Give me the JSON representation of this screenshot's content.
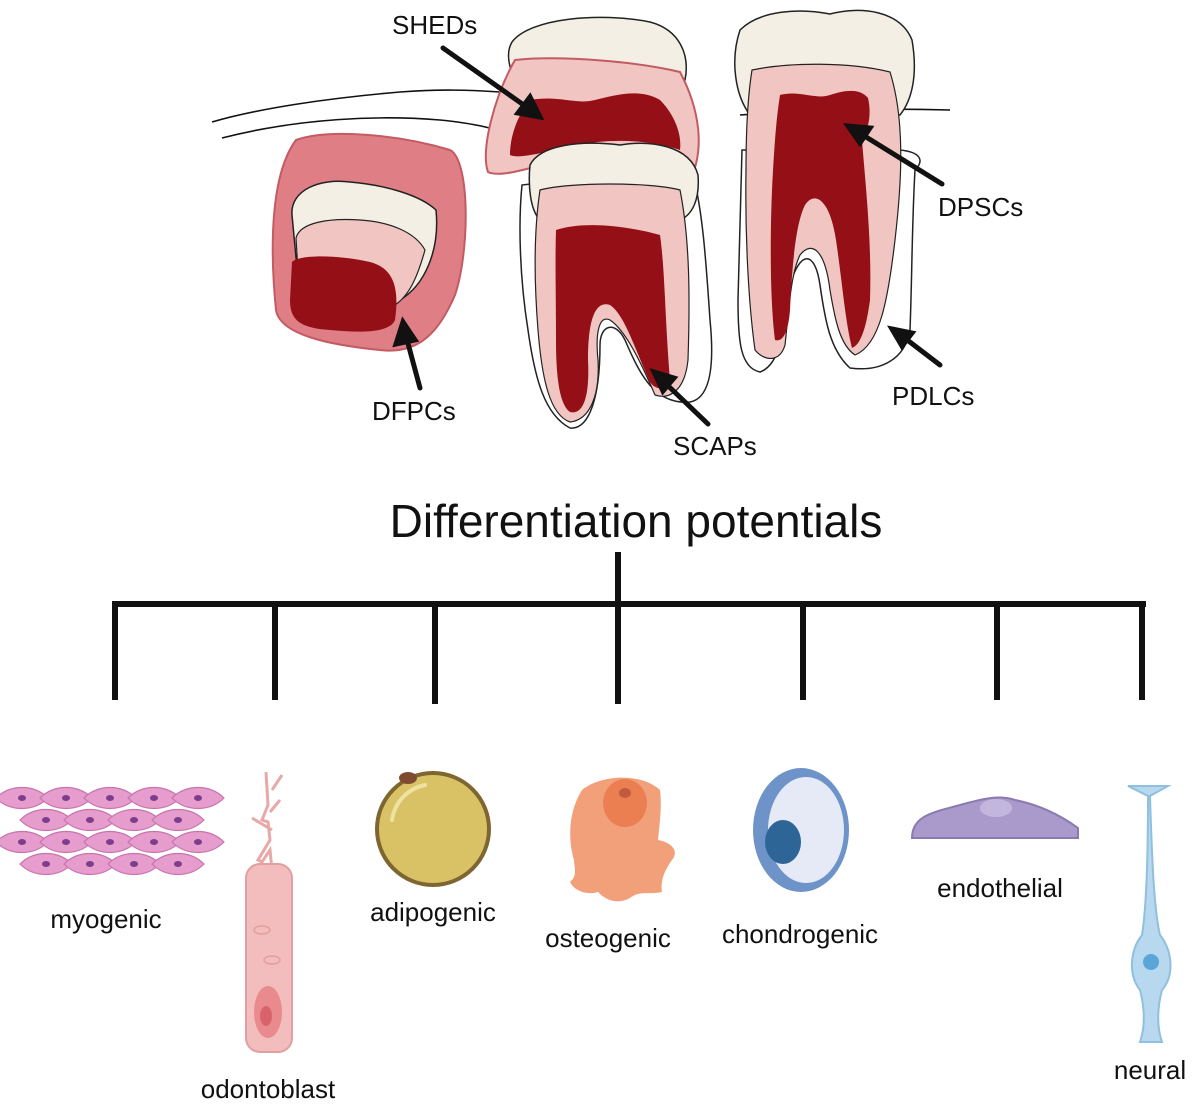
{
  "labels": {
    "sheds": "SHEDs",
    "dpscs": "DPSCs",
    "dfpcs": "DFPCs",
    "scaps": "SCAPs",
    "pdlcs": "PDLCs"
  },
  "title": "Differentiation potentials",
  "lineages": [
    {
      "key": "myogenic",
      "label": "myogenic"
    },
    {
      "key": "odontoblast",
      "label": "odontoblast"
    },
    {
      "key": "adipogenic",
      "label": "adipogenic"
    },
    {
      "key": "osteogenic",
      "label": "osteogenic"
    },
    {
      "key": "chondrogenic",
      "label": "chondrogenic"
    },
    {
      "key": "endothelial",
      "label": "endothelial"
    },
    {
      "key": "neural",
      "label": "neural"
    }
  ],
  "colors": {
    "enamel": "#f3efe4",
    "dentin": "#f1c6c2",
    "pulp": "#950f16",
    "follicle": "#e07e86",
    "myogenic": "#e69ccd",
    "odontoblast": "#f3bcbd",
    "adipogenic": "#d9c266",
    "osteogenic": "#f2a07a",
    "chondrogenic": "#6d93c8",
    "endothelial": "#a99acb",
    "neural": "#b7d8ee"
  }
}
